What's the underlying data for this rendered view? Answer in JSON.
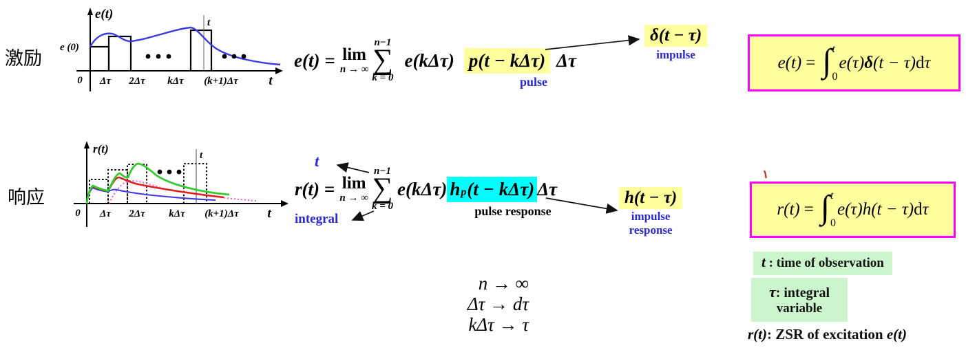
{
  "colors": {
    "highlight-yellow": "#ffff9e",
    "highlight-cyan": "#00ffff",
    "highlight-green": "#cdf5cd",
    "box-border": "#ff00ff",
    "label-blue": "#2929d6",
    "curve-blue": "#3a3ae0",
    "curve-green": "#33cc33",
    "curve-red": "#e02020",
    "curve-magenta": "#ff55cc"
  },
  "excitation": {
    "label": "激励",
    "graph": {
      "ylabel": "e(t)",
      "y0": "e (0)",
      "top_t": "t",
      "ticks": [
        "0",
        "Δτ",
        "2Δτ",
        "kΔτ",
        "(k+1)Δτ",
        "t"
      ]
    },
    "formula": {
      "lhs": "e(t)",
      "eq": "=",
      "lim": "lim",
      "lim_sub": "n → ∞",
      "sum_top": "n−1",
      "sum": "∑",
      "sum_bot": "k = 0",
      "term": "e(kΔτ)",
      "pulse": "p(t − kΔτ)",
      "dtau": "Δτ",
      "pulse_label": "pulse",
      "impulse": "δ(t − τ)",
      "impulse_label": "impulse"
    },
    "result": {
      "lhs": "e(t)",
      "eq": "=",
      "integral": "∫",
      "upper": "t",
      "lower": "0",
      "body1": "e(τ)",
      "body2": "δ",
      "body3": "(t − τ)",
      "d": "d",
      "tau": "τ"
    }
  },
  "response": {
    "label": "响应",
    "graph": {
      "ylabel": "r(t)",
      "top_t": "t",
      "ticks": [
        "0",
        "Δτ",
        "2Δτ",
        "kΔτ",
        "(k+1)Δτ",
        "t"
      ]
    },
    "formula": {
      "lhs": "r(t)",
      "eq": "=",
      "lim": "lim",
      "lim_sub": "n → ∞",
      "sum_top": "n−1",
      "sum": "∑",
      "sum_bot": "k = 0",
      "term": "e(kΔτ)",
      "hp_base": "h",
      "hp_sub": "p",
      "hp_rest": "(t − kΔτ)",
      "dtau": "Δτ",
      "t_note": "t",
      "integral_note": "integral",
      "pulse_resp_label": "pulse response",
      "impulse": "h(t − τ)",
      "impulse_label1": "impulse",
      "impulse_label2": "response"
    },
    "result": {
      "lhs": "r(t)",
      "eq": "=",
      "integral": "∫",
      "upper": "t",
      "lower": "0",
      "body1": "e(τ)",
      "body2": "h",
      "body3": "(t − τ)",
      "d": "d",
      "tau": "τ"
    }
  },
  "limits": {
    "line1": "n → ∞",
    "line2": "Δτ → dτ",
    "line3": "kΔτ → τ"
  },
  "notes": {
    "t_term": "t",
    "t_rest": " : time of observation",
    "tau_term": "τ",
    "tau_rest": ": integral",
    "tau_line2": "variable",
    "zsr_p1": "r(t)",
    "zsr_p2": ": ZSR of excitation ",
    "zsr_p3": "e(t)"
  }
}
